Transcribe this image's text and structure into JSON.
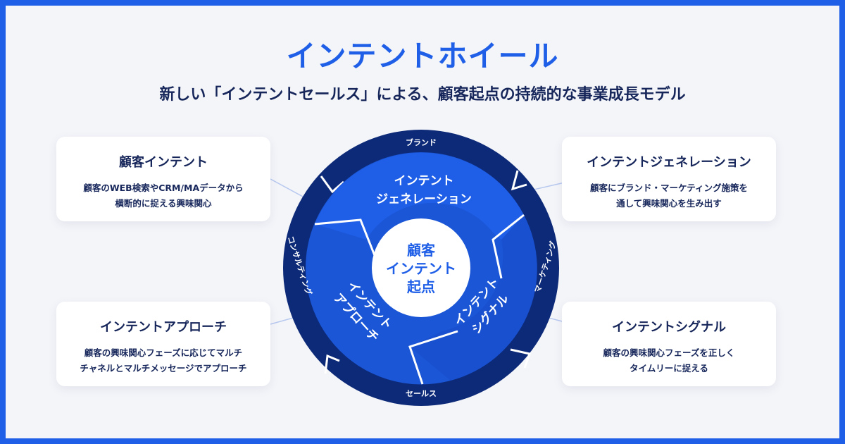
{
  "header": {
    "title": "インテントホイール",
    "subtitle": "新しい「インテントセールス」による、顧客起点の持続的な事業成長モデル"
  },
  "wheel": {
    "ring_labels": {
      "top": "ブランド",
      "right": "マーケティング",
      "bottom": "セールス",
      "left": "コンサルティング"
    },
    "segments": {
      "generation_line1": "インテント",
      "generation_line2": "ジェネレーション",
      "signal_line1": "インテント",
      "signal_line2": "シグナル",
      "approach_line1": "インテント",
      "approach_line2": "アプローチ"
    },
    "hub": {
      "line1": "顧客",
      "line2": "インテント",
      "line3": "起点"
    }
  },
  "cards": {
    "customer_intent": {
      "title": "顧客インテント",
      "line1": "顧客のWEB検索やCRM/MAデータから",
      "line2": "横断的に捉える興味関心"
    },
    "intent_generation": {
      "title": "インテントジェネレーション",
      "line1": "顧客にブランド・マーケティング施策を",
      "line2": "通して興味関心を生み出す"
    },
    "intent_approach": {
      "title": "インテントアプローチ",
      "line1": "顧客の興味関心フェーズに応じてマルチ",
      "line2": "チャネルとマルチメッセージでアプローチ"
    },
    "intent_signal": {
      "title": "インテントシグナル",
      "line1": "顧客の興味関心フェーズを正しく",
      "line2": "タイムリーに捉える"
    }
  },
  "colors": {
    "frame": "#1f5fe8",
    "background": "#f4f5f9",
    "ring": "#0d2a78",
    "segment_light": "#1f5fe8",
    "segment_mid": "#1850cf",
    "segment_dark": "#1a56d6",
    "hub": "#ffffff",
    "connector": "#b7c8ef",
    "text_dark": "#16265a"
  }
}
